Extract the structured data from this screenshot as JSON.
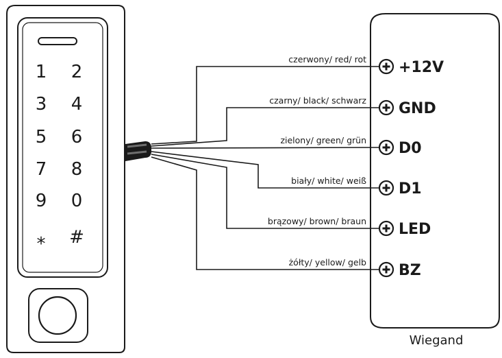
{
  "keypad": {
    "keys": [
      [
        "1",
        "2"
      ],
      [
        "3",
        "4"
      ],
      [
        "5",
        "6"
      ],
      [
        "7",
        "8"
      ],
      [
        "9",
        "0"
      ],
      [
        "*",
        "#"
      ]
    ]
  },
  "controller": {
    "name": "Wiegand"
  },
  "connections": [
    {
      "wire_label": "czerwony/ red/ rot",
      "terminal": "+12V"
    },
    {
      "wire_label": "czarny/ black/ schwarz",
      "terminal": "GND"
    },
    {
      "wire_label": "zielony/ green/ grün",
      "terminal": "D0"
    },
    {
      "wire_label": "biały/ white/ weiß",
      "terminal": "D1"
    },
    {
      "wire_label": "brązowy/ brown/ braun",
      "terminal": "LED"
    },
    {
      "wire_label": "żółty/ yellow/ gelb",
      "terminal": "BZ"
    }
  ],
  "colors": {
    "line": "#1a1a1a",
    "background": "#ffffff"
  }
}
